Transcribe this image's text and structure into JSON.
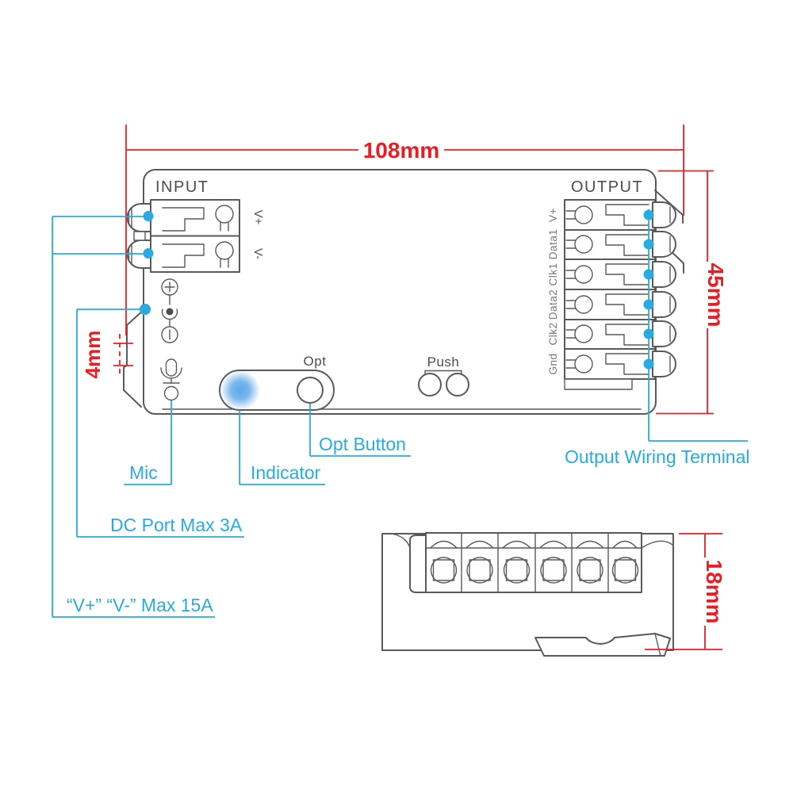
{
  "diagram": {
    "top_view": {
      "input_label": "INPUT",
      "output_label": "OUTPUT",
      "input_terminals": [
        "V+",
        "V-"
      ],
      "output_terminals": [
        "V+",
        "Data1",
        "Clk1",
        "Data2",
        "Clk2",
        "Gnd"
      ],
      "opt_label": "Opt",
      "push_label": "Push"
    },
    "dimensions": {
      "width": "108mm",
      "height": "45mm",
      "dc_port_height": "4mm",
      "side_height": "18mm"
    },
    "callouts": {
      "mic": "Mic",
      "indicator": "Indicator",
      "opt_button": "Opt Button",
      "output_wiring": "Output Wiring Terminal",
      "dc_port": "DC Port Max 3A",
      "power_rating": "“V+” “V-” Max 15A"
    },
    "colors": {
      "dimension_red": "#ed1c24",
      "callout_cyan": "#29abe2",
      "line_gray": "#58595b",
      "indicator_blue": "#57a5e8"
    }
  }
}
